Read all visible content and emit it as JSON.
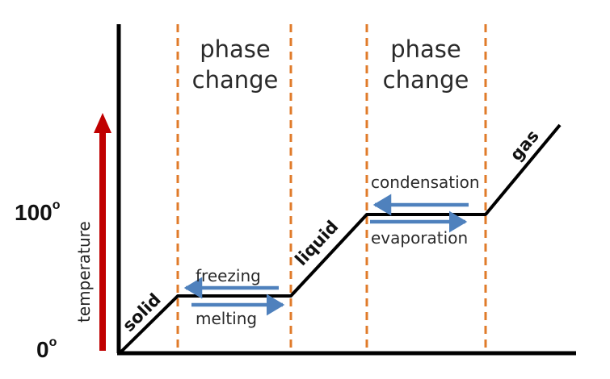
{
  "phase_labels": {
    "first": {
      "line1": "phase",
      "line2": "change"
    },
    "second": {
      "line1": "phase",
      "line2": "change"
    }
  },
  "states": {
    "solid": "solid",
    "liquid": "liquid",
    "gas": "gas"
  },
  "processes": {
    "freezing": "freezing",
    "melting": "melting",
    "condensation": "condensation",
    "evaporation": "evaporation"
  },
  "axis": {
    "ylabel": "temperature",
    "tick_100": "100",
    "tick_0": "0",
    "degree_mark": "o"
  },
  "colors": {
    "curve": "#000000",
    "divider": "#e07b2a",
    "process_arrow": "#4f81bd",
    "temperature_arrow": "#c00000"
  }
}
